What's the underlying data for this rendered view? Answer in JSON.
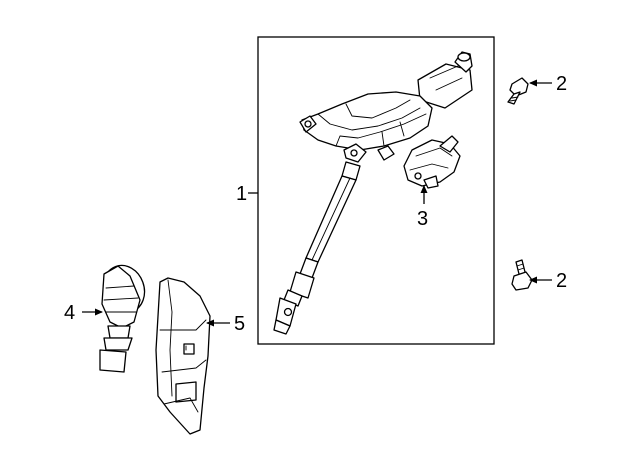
{
  "callouts": {
    "part1": "1",
    "part2_upper": "2",
    "part2_lower": "2",
    "part3": "3",
    "part4": "4",
    "part5": "5"
  }
}
